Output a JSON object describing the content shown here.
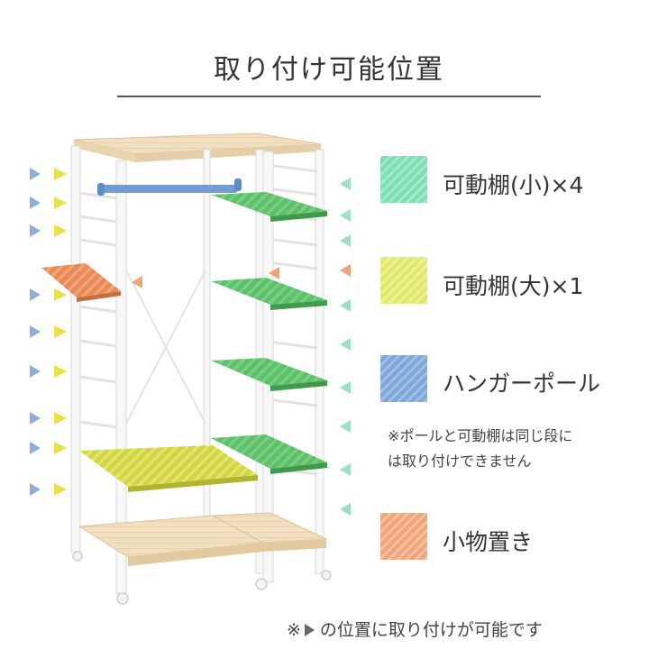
{
  "title": "取り付け可能位置",
  "legend": {
    "items": [
      {
        "label": "可動棚(小)×4",
        "color": "#7ee0b0",
        "icon": "small-shelf-swatch"
      },
      {
        "label": "可動棚(大)×1",
        "color": "#e2e86a",
        "icon": "large-shelf-swatch"
      },
      {
        "label": "ハンガーポール",
        "color": "#7fa8d8",
        "icon": "hanger-pole-swatch"
      },
      {
        "label": "小物置き",
        "color": "#f2a57a",
        "icon": "accessory-tray-swatch"
      }
    ],
    "note_lines": [
      "※ポールと可動棚は同じ段に",
      "は取り付けできません"
    ]
  },
  "footer": {
    "prefix": "※",
    "suffix": "の位置に取り付けが可能です"
  },
  "colors": {
    "marker_blue": "#8fb0d6",
    "marker_yellow": "#e8e24a",
    "marker_green": "#9ee0c4",
    "marker_orange": "#f0a27c",
    "wood": "#f1dfc1",
    "frame": "#f4f4f4",
    "shelf_green": "#5fc06a",
    "shelf_yellow": "#d6d94a",
    "pole_blue": "#6f9ed4",
    "tray_orange": "#e98a57"
  }
}
